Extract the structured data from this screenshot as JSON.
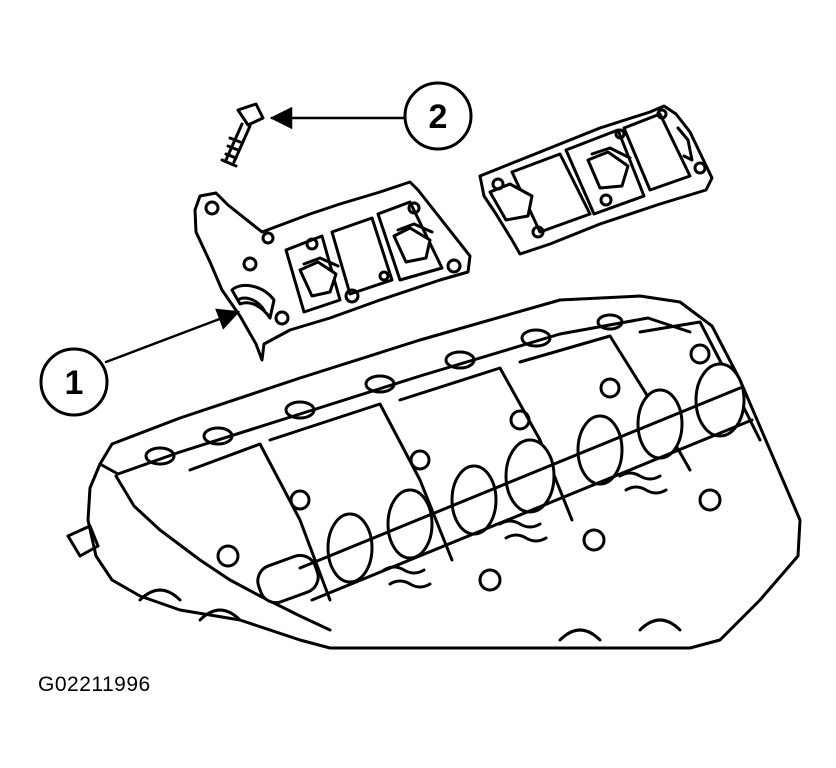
{
  "callouts": [
    {
      "number": "1",
      "target": "camshaft-bearing-cap-assembly"
    },
    {
      "number": "2",
      "target": "bolt"
    }
  ],
  "figure_code": "G02211996",
  "colors": {
    "line": "#000000",
    "background": "#ffffff"
  }
}
